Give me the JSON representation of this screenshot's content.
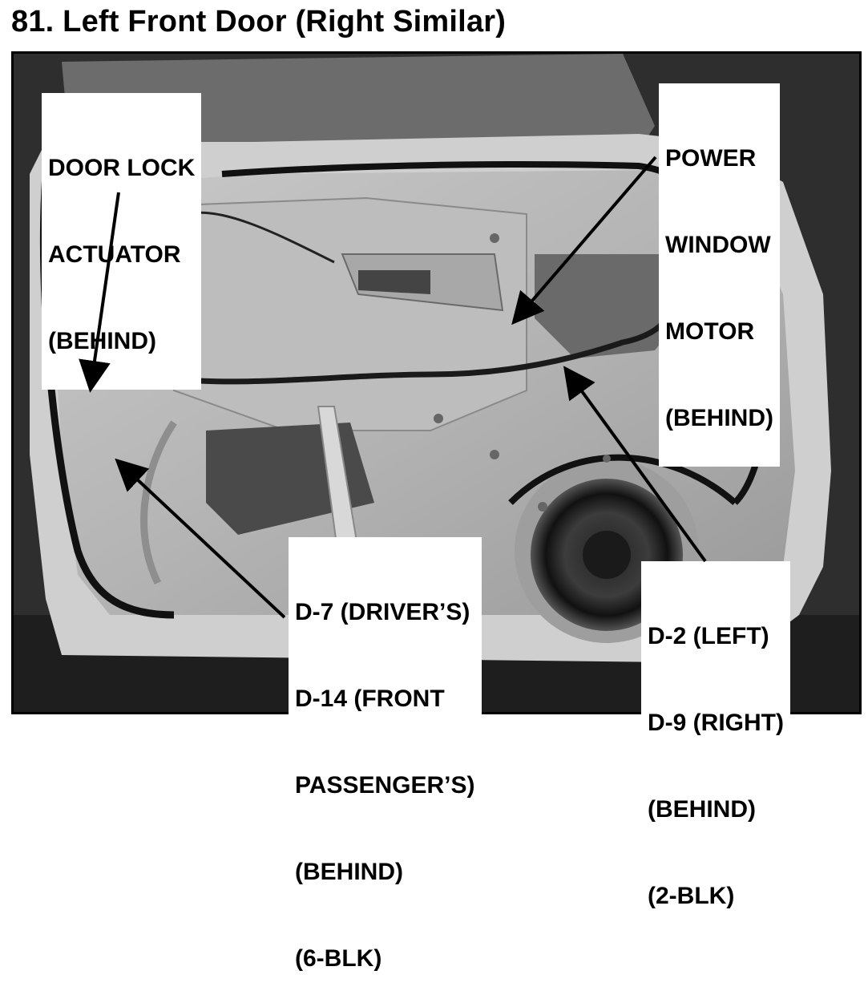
{
  "title": "81. Left Front Door (Right Similar)",
  "callouts": {
    "door_lock": [
      "DOOR LOCK",
      "ACTUATOR",
      "(BEHIND)"
    ],
    "power_window": [
      "POWER",
      "WINDOW",
      "MOTOR",
      "(BEHIND)"
    ],
    "d7": [
      "D-7 (DRIVER’S)",
      "D-14 (FRONT",
      "PASSENGER’S)",
      "(BEHIND)",
      "(6-BLK)"
    ],
    "d2": [
      "D-2 (LEFT)",
      "D-9 (RIGHT)",
      "(BEHIND)",
      "(2-BLK)"
    ]
  },
  "colors": {
    "frame": "#000000",
    "label_bg": "#ffffff",
    "arrow": "#000000"
  }
}
